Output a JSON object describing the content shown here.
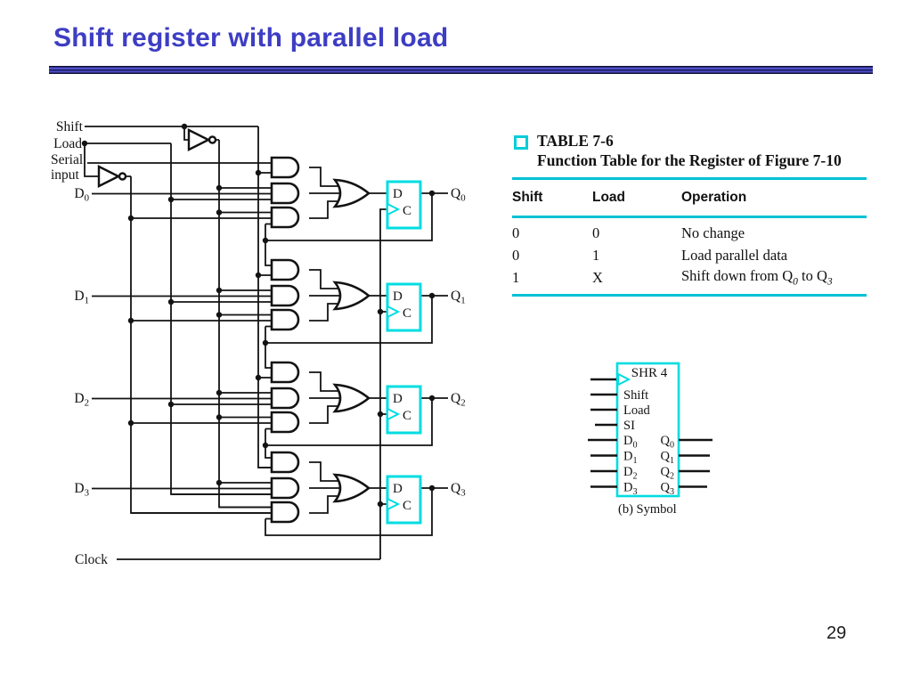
{
  "slide": {
    "title": "Shift register with parallel load",
    "page_number": "29"
  },
  "colors": {
    "title_blue": "#3d3dc4",
    "cyan_accent": "#00dde2",
    "table_rule_cyan": "#00c2d4",
    "wire_black": "#131313"
  },
  "circuit": {
    "inputs": {
      "shift": "Shift",
      "load": "Load",
      "serial_1": "Serial",
      "serial_2": "input",
      "clock": "Clock"
    },
    "d_labels": [
      "D_0",
      "D_1",
      "D_2",
      "D_3"
    ],
    "q_labels": [
      "Q_0",
      "Q_1",
      "Q_2",
      "Q_3"
    ],
    "ff": {
      "d": "D",
      "c": "C"
    }
  },
  "table": {
    "title": "TABLE 7-6",
    "subtitle": "Function Table for the Register of Figure 7-10",
    "headers": [
      "Shift",
      "Load",
      "Operation"
    ],
    "rows": [
      [
        "0",
        "0",
        "No change"
      ],
      [
        "0",
        "1",
        "Load parallel data"
      ],
      [
        "1",
        "X",
        "Shift down from Q_0 to Q_3"
      ]
    ]
  },
  "symbol": {
    "title": "SHR 4",
    "inputs": [
      "Shift",
      "Load",
      "SI",
      "D_0",
      "D_1",
      "D_2",
      "D_3"
    ],
    "outputs": [
      "Q_0",
      "Q_1",
      "Q_2",
      "Q_3"
    ],
    "caption": "(b) Symbol"
  }
}
